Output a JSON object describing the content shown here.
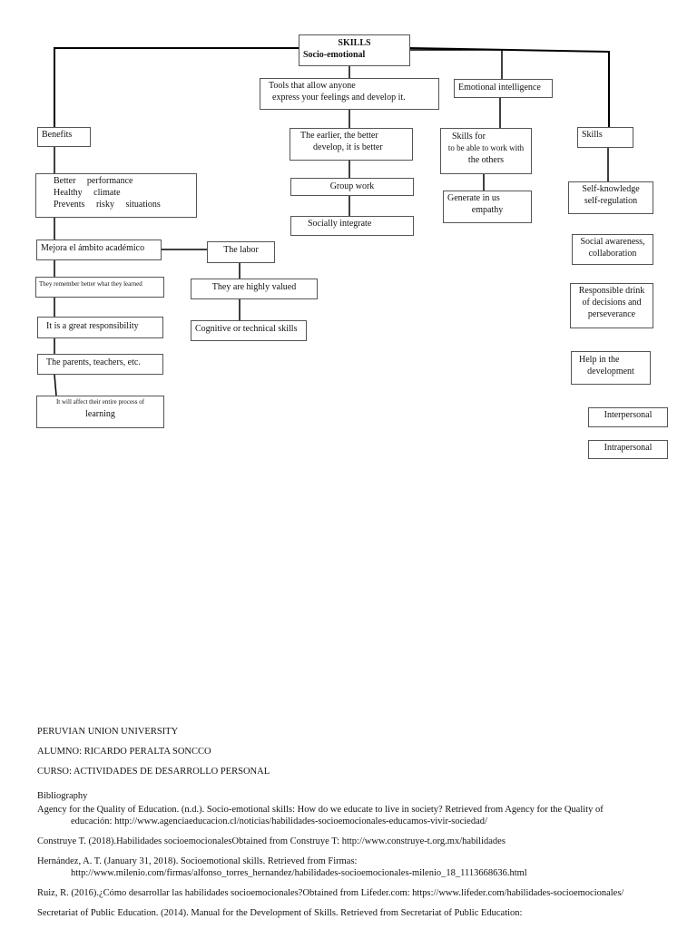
{
  "diagram": {
    "root": {
      "line1": "SKILLS",
      "line2": "Socio-emotional"
    },
    "tools": {
      "line1": "Tools that allow anyone",
      "line2": "express your feelings and develop it."
    },
    "emotional_intelligence": "Emotional intelligence",
    "benefits": "Benefits",
    "earlier": {
      "line1": "The earlier, the better",
      "line2": "develop, it is better"
    },
    "skills_for": {
      "line1": "Skills for",
      "line2": "to be able to work with",
      "line3": "the others"
    },
    "skills": "Skills",
    "better_performance": {
      "line1": "Better     performance",
      "line2": "Healthy     climate",
      "line3": "Prevents     risky     situations"
    },
    "group_work": "Group work",
    "generate_empathy": {
      "line1": "Generate in us",
      "line2": "empathy"
    },
    "self_knowledge": {
      "line1": "Self-knowledge",
      "line2": "self-regulation"
    },
    "socially_integrate": "Socially integrate",
    "social_awareness": {
      "line1": "Social awareness,",
      "line2": "collaboration"
    },
    "mejora": "Mejora el ámbito académico",
    "the_labor": "The labor",
    "remember": "They remember better what they learned",
    "highly_valued": "They are highly valued",
    "responsible_drink": {
      "line1": "Responsible drink",
      "line2": "of decisions and",
      "line3": "perseverance"
    },
    "great_responsibility": "It is a great responsibility",
    "cognitive": "Cognitive or technical skills",
    "parents": "The parents, teachers, etc.",
    "help_development": {
      "line1": "Help in the",
      "line2": "development"
    },
    "affect_process": {
      "line1": "It will affect their entire process of",
      "line2": "learning"
    },
    "interpersonal": "Interpersonal",
    "intrapersonal": "Intrapersonal"
  },
  "footer": {
    "university": "PERUVIAN UNION UNIVERSITY",
    "alumno": "ALUMNO: RICARDO PERALTA SONCCO",
    "curso": "CURSO: ACTIVIDADES DE DESARROLLO PERSONAL",
    "bibliography_title": "Bibliography",
    "refs": [
      {
        "line1": "Agency for the Quality of Education. (n.d.). Socio-emotional skills: How do we educate to live in society? Retrieved from Agency for the Quality of",
        "line2": "educación: http://www.agenciaeducacion.cl/noticias/habilidades-socioemocionales-educamos-vivir-sociedad/"
      },
      {
        "line1": "Construye T. (2018).Habilidades socioemocionalesObtained from Construye T: http://www.construye-t.org.mx/habilidades",
        "line2": ""
      },
      {
        "line1": "Hernández, A. T. (January 31, 2018). Socioemotional skills. Retrieved from Firmas:",
        "line2": "http://www.milenio.com/firmas/alfonso_torres_hernandez/habilidades-socioemocionales-milenio_18_1113668636.html"
      },
      {
        "line1": "Ruiz, R. (2016).¿Cómo desarrollar las habilidades socioemocionales?Obtained from Lifeder.com: https://www.lifeder.com/habilidades-socioemocionales/",
        "line2": ""
      },
      {
        "line1": "Secretariat of Public Education. (2014). Manual for the Development of Skills. Retrieved from Secretariat of Public Education:",
        "line2": ""
      }
    ]
  }
}
